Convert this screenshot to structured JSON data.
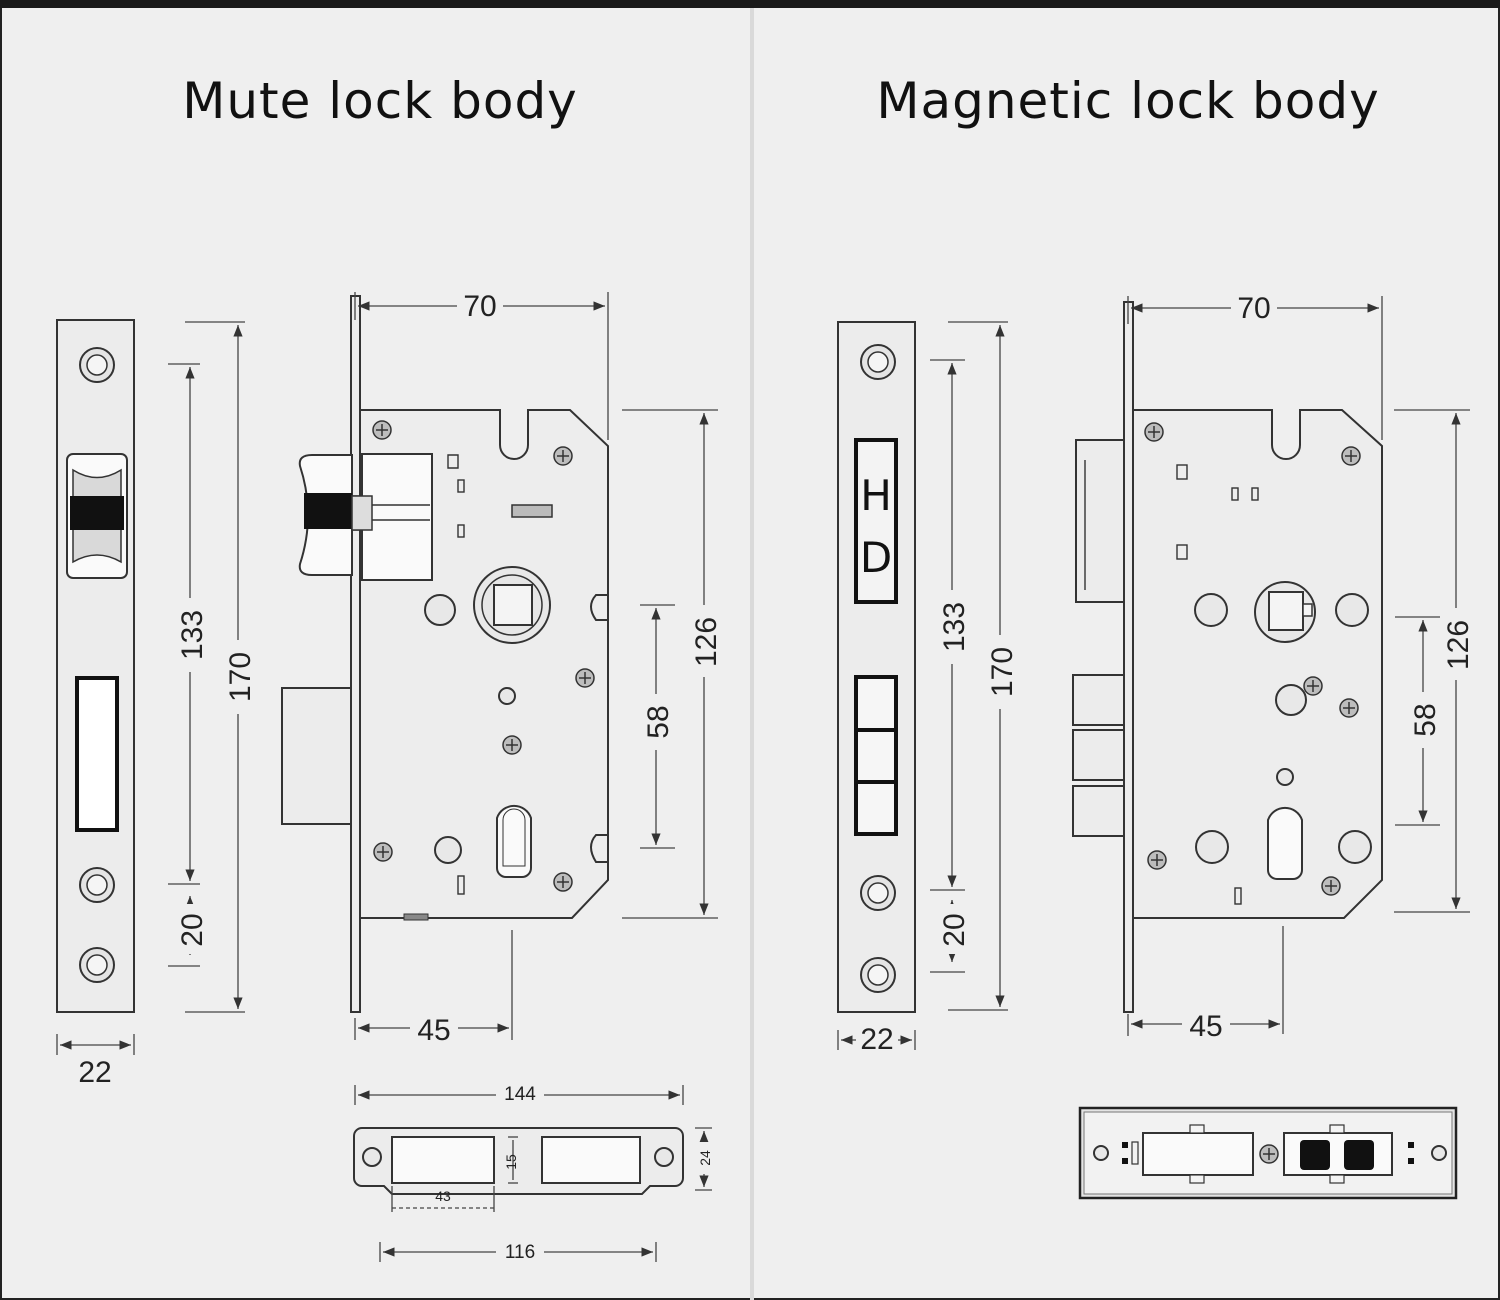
{
  "panels": [
    {
      "title": "Mute lock body",
      "dims": {
        "plate_width": "22",
        "hole_span": "133",
        "plate_height": "170",
        "hole_offset": "20",
        "body_depth": "70",
        "body_height": "126",
        "cyl_span": "58",
        "backset": "45",
        "strike_length": "144",
        "strike_height": "24",
        "strike_opening_h": "15",
        "strike_opening_w": "43",
        "strike_hole_span": "116"
      }
    },
    {
      "title": "Magnetic lock body",
      "plate_label_1": "H",
      "plate_label_2": "D",
      "dims": {
        "plate_width": "22",
        "hole_span": "133",
        "plate_height": "170",
        "hole_offset": "20",
        "body_depth": "70",
        "body_height": "126",
        "cyl_span": "58",
        "backset": "45"
      }
    }
  ],
  "colors": {
    "background": "#efefef",
    "line": "#333333",
    "fill_dark": "#111111"
  },
  "icons": [
    "screw-icon",
    "arrow-icon"
  ]
}
